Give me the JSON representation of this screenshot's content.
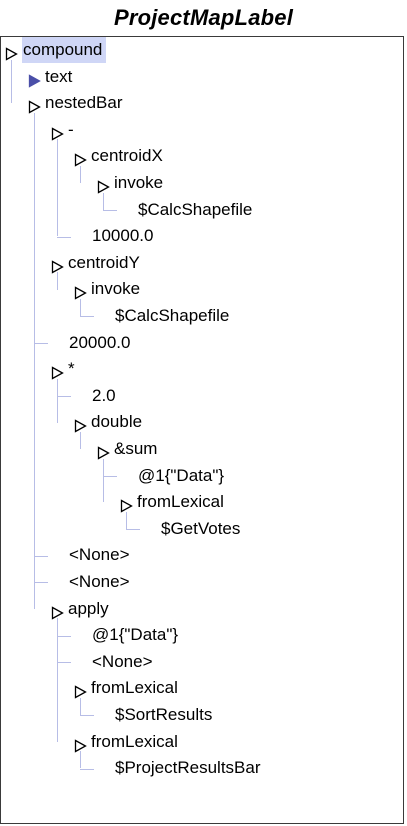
{
  "title": "ProjectMapLabel",
  "tree": {
    "nodes": [
      {
        "label": "compound",
        "depth": 0,
        "expander": "open",
        "selected": true
      },
      {
        "label": "text",
        "depth": 1,
        "expander": "filled"
      },
      {
        "label": "nestedBar",
        "depth": 1,
        "expander": "open"
      },
      {
        "label": "-",
        "depth": 2,
        "expander": "open"
      },
      {
        "label": "centroidX",
        "depth": 3,
        "expander": "open"
      },
      {
        "label": "invoke",
        "depth": 4,
        "expander": "open"
      },
      {
        "label": "$CalcShapefile",
        "depth": 5,
        "expander": "none"
      },
      {
        "label": "10000.0",
        "depth": 3,
        "expander": "none"
      },
      {
        "label": "centroidY",
        "depth": 2,
        "expander": "open"
      },
      {
        "label": "invoke",
        "depth": 3,
        "expander": "open"
      },
      {
        "label": "$CalcShapefile",
        "depth": 4,
        "expander": "none"
      },
      {
        "label": "20000.0",
        "depth": 2,
        "expander": "none"
      },
      {
        "label": "*",
        "depth": 2,
        "expander": "open"
      },
      {
        "label": "2.0",
        "depth": 3,
        "expander": "none"
      },
      {
        "label": "double",
        "depth": 3,
        "expander": "open"
      },
      {
        "label": "&sum",
        "depth": 4,
        "expander": "open"
      },
      {
        "label": "@1{\"Data\"}",
        "depth": 5,
        "expander": "none"
      },
      {
        "label": "fromLexical",
        "depth": 5,
        "expander": "open"
      },
      {
        "label": "$GetVotes",
        "depth": 6,
        "expander": "none"
      },
      {
        "label": "<None>",
        "depth": 2,
        "expander": "none"
      },
      {
        "label": "<None>",
        "depth": 2,
        "expander": "none"
      },
      {
        "label": "apply",
        "depth": 2,
        "expander": "open"
      },
      {
        "label": "@1{\"Data\"}",
        "depth": 3,
        "expander": "none"
      },
      {
        "label": "<None>",
        "depth": 3,
        "expander": "none"
      },
      {
        "label": "fromLexical",
        "depth": 3,
        "expander": "open"
      },
      {
        "label": "$SortResults",
        "depth": 4,
        "expander": "none"
      },
      {
        "label": "fromLexical",
        "depth": 3,
        "expander": "open"
      },
      {
        "label": "$ProjectResultsBar",
        "depth": 4,
        "expander": "none"
      }
    ]
  },
  "colors": {
    "guide_line": "#b7bde6",
    "selection": "#cfd6f6",
    "filled_expander": "#4a4fa8"
  }
}
